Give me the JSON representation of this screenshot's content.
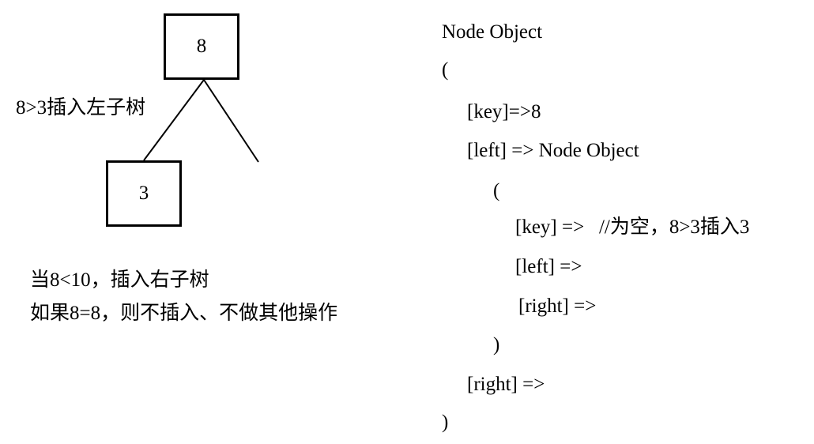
{
  "tree": {
    "root_value": "8",
    "child_value": "3",
    "left_edge_label": "8>3插入左子树"
  },
  "notes": [
    "当8<10，插入右子树",
    "如果8=8，则不插入、不做其他操作"
  ],
  "code_lines": [
    "Node Object",
    "(",
    "[key]=>8",
    "[left] => Node Object",
    "(",
    "[key] =>   //为空，8>3插入3",
    "[left] =>",
    "[right] =>",
    ")",
    "[right] =>",
    ")"
  ]
}
